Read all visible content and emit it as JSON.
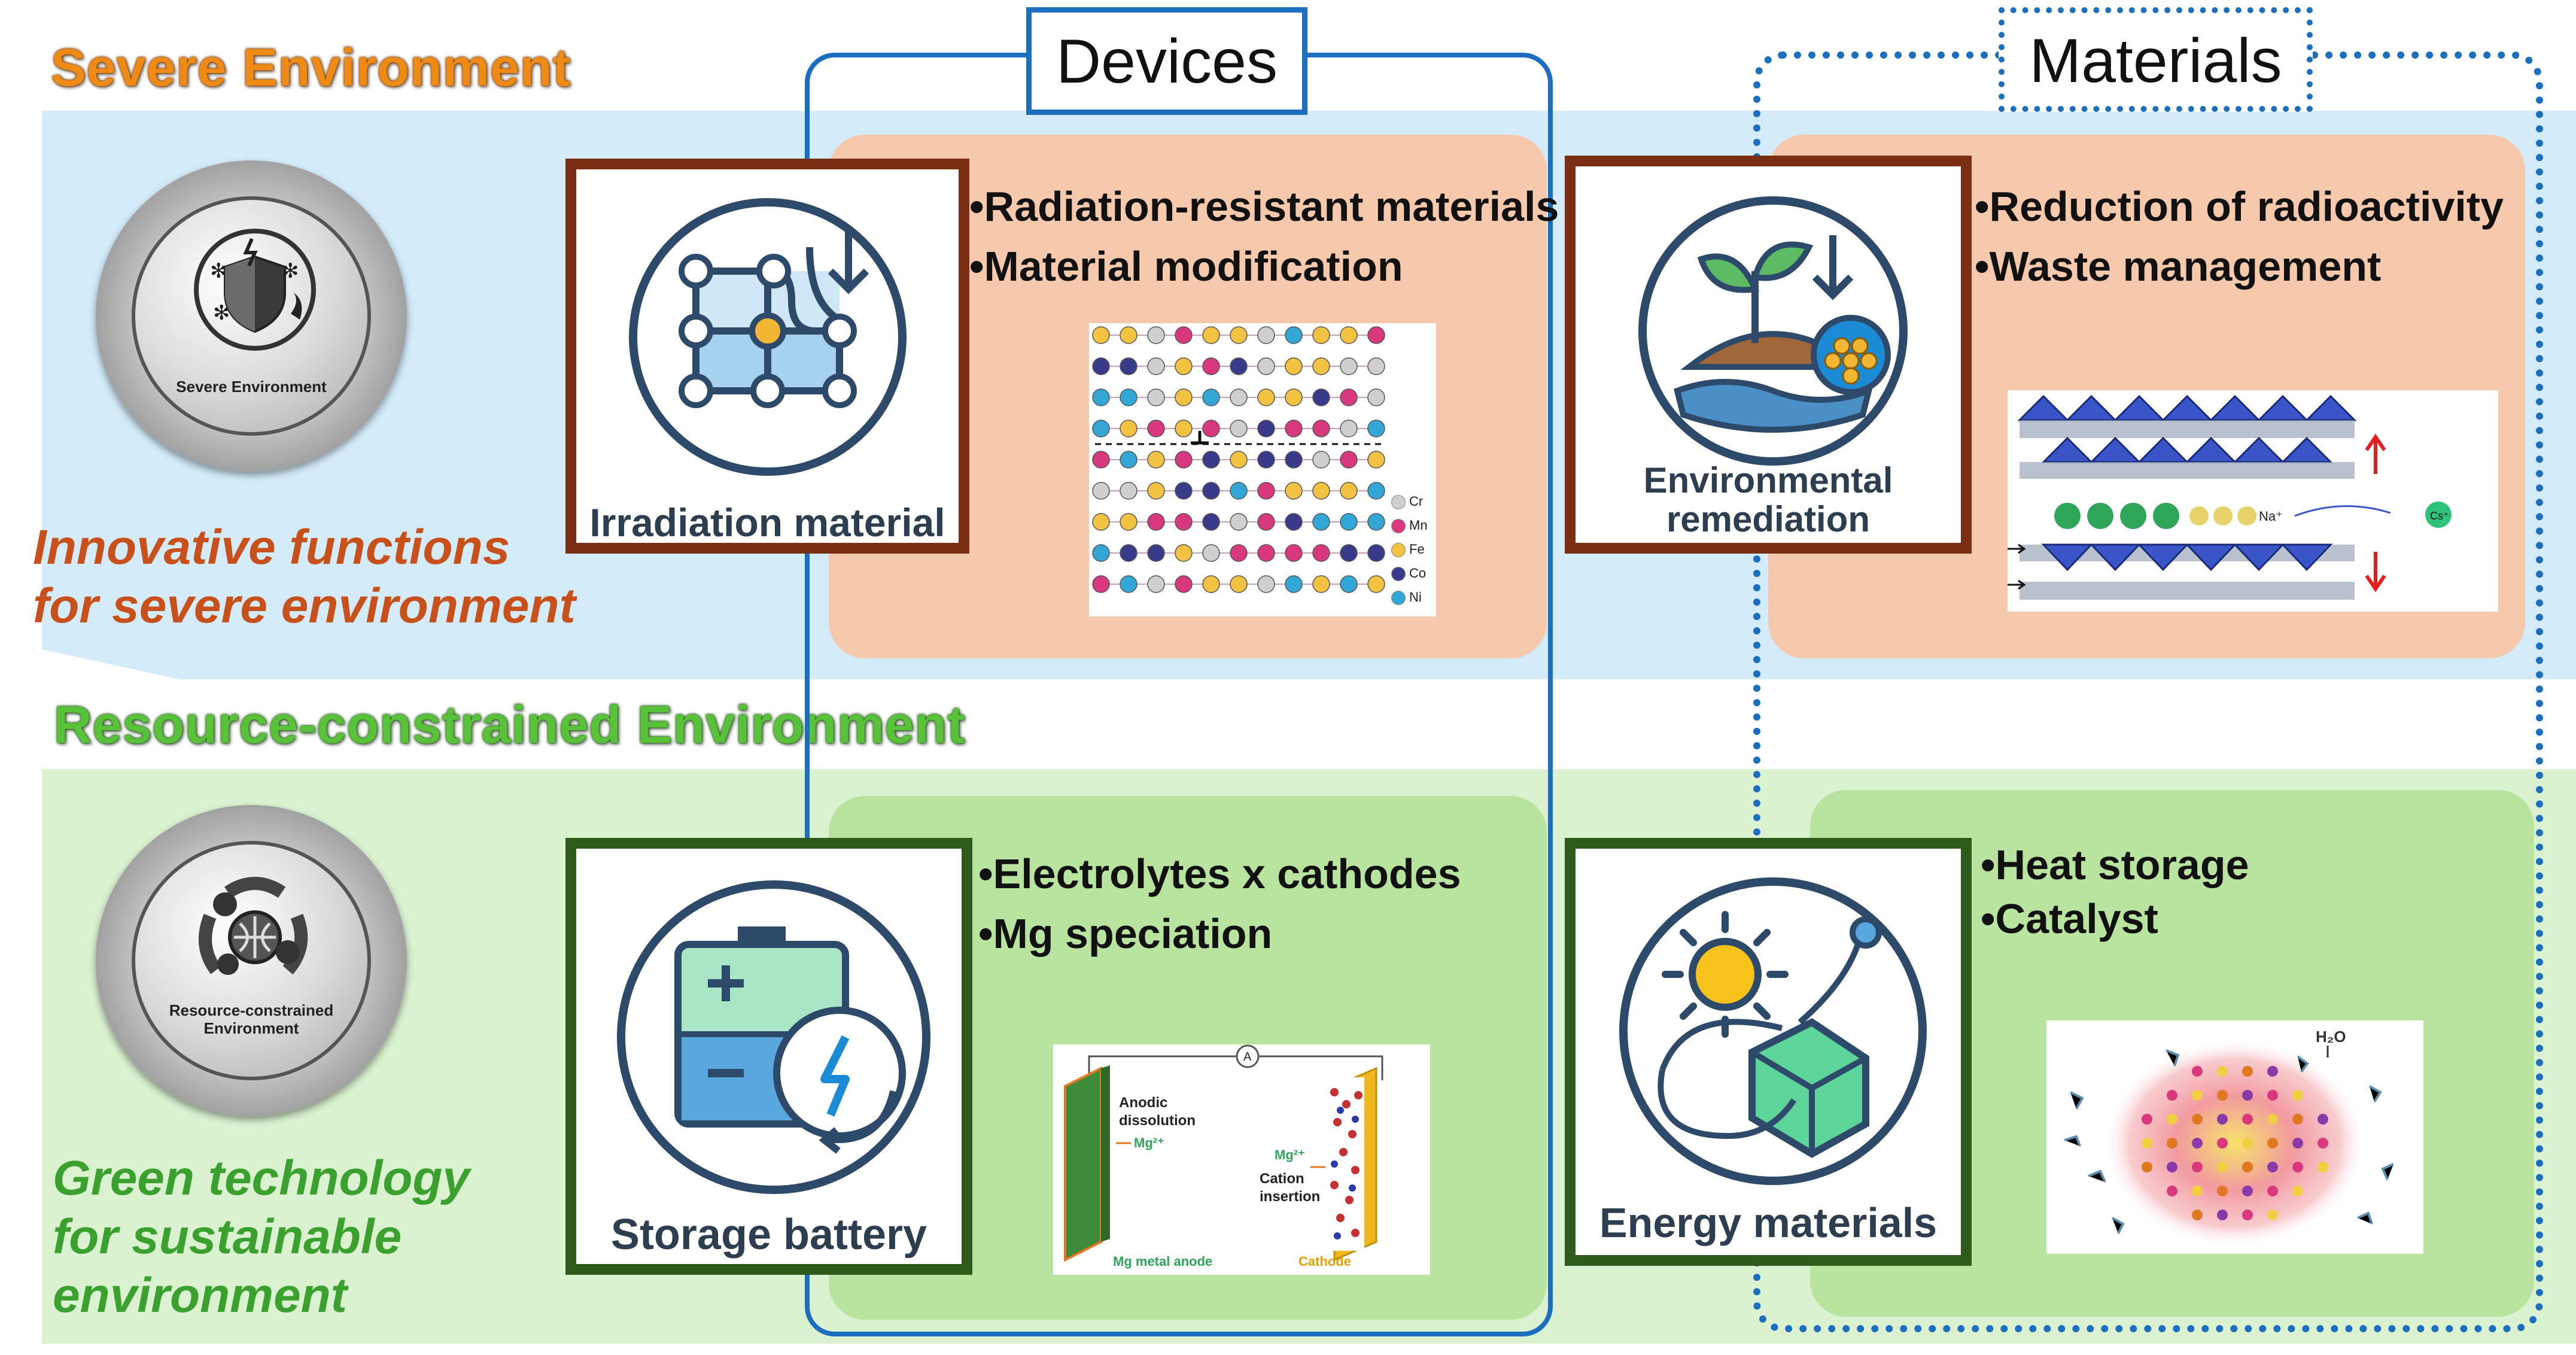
{
  "sections": {
    "severe": {
      "title": "Severe Environment",
      "badge": "Severe Environment",
      "caption_line1": "Innovative functions",
      "caption_line2": "for severe environment"
    },
    "resource": {
      "title": "Resource-constrained Environment",
      "badge_line1": "Resource-constrained",
      "badge_line2": "Environment",
      "caption_line1": "Green technology",
      "caption_line2": "for sustainable",
      "caption_line3": "environment"
    }
  },
  "columns": {
    "devices": {
      "title": "Devices"
    },
    "materials": {
      "title": "Materials"
    }
  },
  "cards": {
    "irradiation": {
      "label": "Irradiation material",
      "bullets": [
        "Radiation-resistant materials",
        "Material modification"
      ],
      "legend": [
        "Cr",
        "Mn",
        "Fe",
        "Co",
        "Ni"
      ]
    },
    "remediation": {
      "label_line1": "Environmental",
      "label_line2": "remediation",
      "bullets": [
        "Reduction of radioactivity",
        "Waste management"
      ],
      "inset_labels": [
        "Na⁺",
        "Cs⁺"
      ]
    },
    "battery": {
      "label": "Storage battery",
      "bullets": [
        "Electrolytes x cathodes",
        "Mg speciation"
      ],
      "inset": {
        "ammeter": "A",
        "anodic_line1": "Anodic",
        "anodic_line2": "dissolution",
        "mg_ion_left": "Mg²⁺",
        "mg_ion_right": "Mg²⁺",
        "cation_line1": "Cation",
        "cation_line2": "insertion",
        "anode_label": "Mg metal anode",
        "cathode_label": "Cathode"
      }
    },
    "energy": {
      "label": "Energy materials",
      "bullets": [
        "Heat storage",
        "Catalyst"
      ],
      "inset_label": "H₂O"
    }
  },
  "colors": {
    "severe_band": "#d4ecfa",
    "resource_band": "#dbf2d1",
    "salmon_panel": "#f6c9ac",
    "green_panel": "#b9e49f",
    "devices_frame": "#1c6fbf",
    "materials_frame": "#1c6fbf",
    "severe_caption": "#c8501a",
    "resource_caption": "#3aa12e",
    "card_border_severe": "#7a2e14",
    "card_border_resource": "#2e5a1c"
  },
  "icons": [
    "shield-icon",
    "recycle-gear-icon",
    "lattice-icon",
    "plant-remediation-icon",
    "battery-bolt-icon",
    "sun-cube-icon"
  ]
}
